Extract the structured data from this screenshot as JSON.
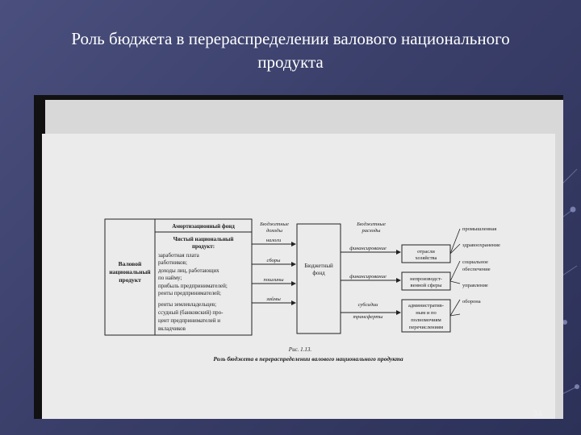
{
  "slide": {
    "title_line1": "Роль бюджета в перераспределении валового национального",
    "title_line2": "продукта",
    "page_number": "34"
  },
  "diagram": {
    "gnp_label_1": "Валовой",
    "gnp_label_2": "национальный",
    "gnp_label_3": "продукт",
    "depreciation_fund": "Амортизационный фонд",
    "net_product_1": "Чистый национальный",
    "net_product_2": "продукт:",
    "net_items": [
      "заработная плата",
      "работников;",
      "доходы лиц, работающих",
      "по найму;",
      "прибыль предпринимателей;",
      "ренты предпринимателей;",
      "ренты землевладельцев;",
      "ссудный (банковский) про-",
      "цент предпринимателей и",
      "вкладчиков"
    ],
    "budget_revenue_1": "Бюджетные",
    "budget_revenue_2": "доходы",
    "flow_in": [
      "налоги",
      "сборы",
      "пошлины",
      "займы"
    ],
    "budget_fund_1": "Бюджетный",
    "budget_fund_2": "фонд",
    "budget_expense_1": "Бюджетные",
    "budget_expense_2": "расходы",
    "flow_out": [
      "финансирование",
      "финансирование",
      "субсидии",
      "трансферты"
    ],
    "recipient_1": [
      "отрасли",
      "хозяйства"
    ],
    "recipient_2": [
      "непроизводст-",
      "венной сферы"
    ],
    "recipient_3": [
      "административ-",
      "ным и по",
      "полномочиям",
      "перечислениям"
    ],
    "purposes": [
      "промышленная",
      "здравоохранение",
      "социальное",
      "обеспечение",
      "управление",
      "оборона"
    ],
    "caption_fig": "Рис. 1.13.",
    "caption_text": "Роль бюджета в перераспределении валового национального продукта"
  }
}
